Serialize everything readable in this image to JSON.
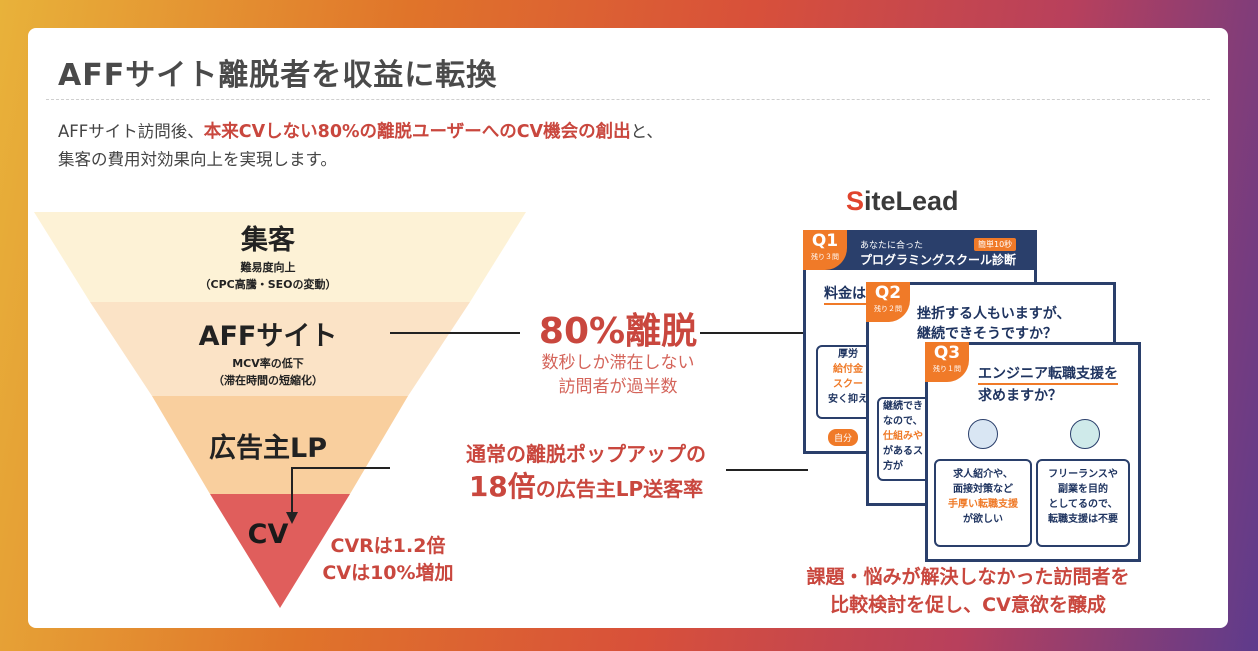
{
  "header": {
    "title": "AFFサイト離脱者を収益に転換"
  },
  "lead": {
    "line1_pre": "AFFサイト訪問後、",
    "line1_highlight": "本来CVしない80%の離脱ユーザーへのCV機会の創出",
    "line1_post": "と、",
    "line2": "集客の費用対効果向上を実現します。"
  },
  "funnel": {
    "levels": [
      {
        "label": "集客",
        "note1": "難易度向上",
        "note2": "（CPC高騰・SEOの変動）"
      },
      {
        "label": "AFFサイト",
        "note1": "MCV率の低下",
        "note2": "（滞在時間の短縮化）"
      },
      {
        "label": "広告主LP"
      },
      {
        "label": "CV"
      }
    ],
    "colors": [
      "#fdf2d6",
      "#fbe3c6",
      "#f9cf9e",
      "#e05e5c"
    ]
  },
  "callouts": {
    "exit_big": "80%離脱",
    "exit_sub1": "数秒しか滞在しない",
    "exit_sub2": "訪問者が過半数",
    "popup_line1": "通常の離脱ポップアップの",
    "popup_big": "18倍",
    "popup_rest": "の広告主LP送客率",
    "cvr_line1": "CVRは1.2倍",
    "cvr_line2": "CVは10%増加"
  },
  "logo": {
    "first": "S",
    "rest": "iteLead"
  },
  "cards": {
    "q1": {
      "num": "Q1",
      "remain": "残り３問",
      "header1": "あなたに合った",
      "header2": "プログラミングスクール診断",
      "tag": "簡単10秒",
      "question": "料金は",
      "opt1": "厚労",
      "opt2": "給付金",
      "opt3": "スクー",
      "opt4": "安く抑え",
      "footer": "自分"
    },
    "q2": {
      "num": "Q2",
      "remain": "残り２問",
      "question1": "挫折する人もいますが、",
      "question2": "継続できそうですか？",
      "opt1": "継続でき",
      "opt2": "なので、",
      "opt3": "仕組みや",
      "opt4": "があるス",
      "opt5": "方が"
    },
    "q3": {
      "num": "Q3",
      "remain": "残り１問",
      "question1": "エンジニア転職支援を",
      "question2": "求めますか？",
      "left": [
        "求人紹介や、",
        "面接対策など",
        "手厚い転職支援",
        "が欲しい"
      ],
      "right": [
        "フリーランスや",
        "副業を目的",
        "としてるので、",
        "転職支援は不要"
      ]
    }
  },
  "conclusion": {
    "line1": "課題・悩みが解決しなかった訪問者を",
    "line2": "比較検討を促し、CV意欲を醸成"
  }
}
